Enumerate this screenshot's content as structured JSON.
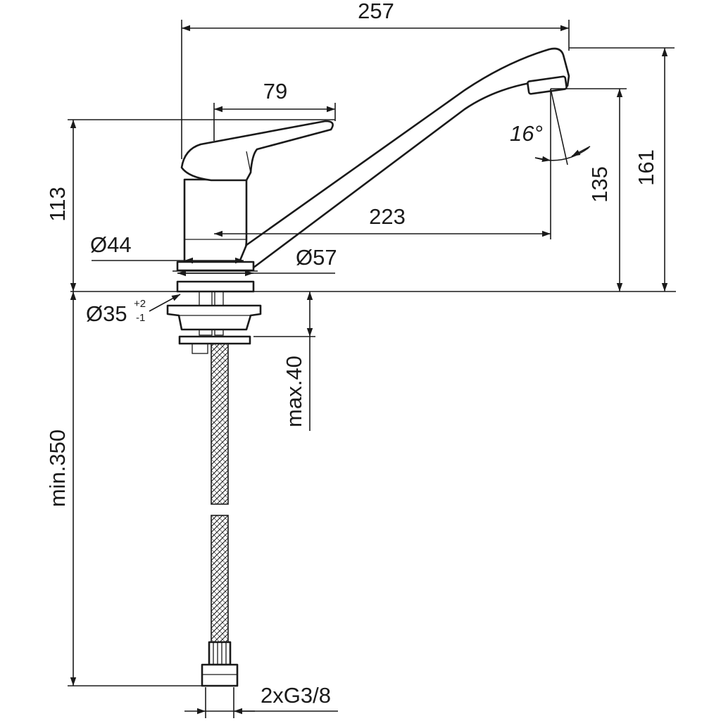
{
  "drawing": {
    "dimensions": {
      "overall_width": "257",
      "handle_width": "79",
      "body_height": "113",
      "body_diameter": "Ø44",
      "spout_reach": "223",
      "base_diameter": "Ø57",
      "spout_angle": "16°",
      "outlet_height": "135",
      "overall_height": "161",
      "hole_diameter": "Ø35",
      "hole_tol_plus": "+2",
      "hole_tol_minus": "-1",
      "deck_thickness": "max.40",
      "hose_length": "min.350",
      "connection": "2xG3/8"
    }
  }
}
